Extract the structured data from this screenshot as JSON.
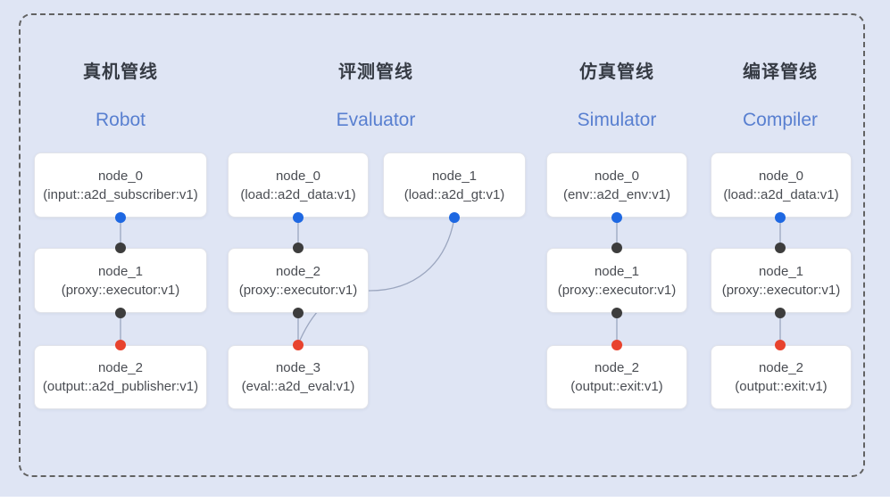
{
  "colors": {
    "background": "#dfe5f4",
    "frame_dash": "#626262",
    "node_bg": "#ffffff",
    "node_border": "#e1e3ea",
    "edge": "#9ba6bf",
    "title_text": "#363b44",
    "subtitle_text": "#587fd0",
    "node_text": "#4a4d53",
    "port_output_blue": "#1e68e2",
    "port_input_black": "#3d3d3d",
    "port_terminal_red": "#e8432e"
  },
  "pipelines": [
    {
      "title_zh": "真机管线",
      "title_en": "Robot"
    },
    {
      "title_zh": "评测管线",
      "title_en": "Evaluator"
    },
    {
      "title_zh": "仿真管线",
      "title_en": "Simulator"
    },
    {
      "title_zh": "编译管线",
      "title_en": "Compiler"
    }
  ],
  "nodes": {
    "robot": [
      {
        "name": "node_0",
        "type": "(input::a2d_subscriber:v1)"
      },
      {
        "name": "node_1",
        "type": "(proxy::executor:v1)"
      },
      {
        "name": "node_2",
        "type": "(output::a2d_publisher:v1)"
      }
    ],
    "evaluator_main": [
      {
        "name": "node_0",
        "type": "(load::a2d_data:v1)"
      },
      {
        "name": "node_2",
        "type": "(proxy::executor:v1)"
      },
      {
        "name": "node_3",
        "type": "(eval::a2d_eval:v1)"
      }
    ],
    "evaluator_side": [
      {
        "name": "node_1",
        "type": "(load::a2d_gt:v1)"
      }
    ],
    "simulator": [
      {
        "name": "node_0",
        "type": "(env::a2d_env:v1)"
      },
      {
        "name": "node_1",
        "type": "(proxy::executor:v1)"
      },
      {
        "name": "node_2",
        "type": "(output::exit:v1)"
      }
    ],
    "compiler": [
      {
        "name": "node_0",
        "type": "(load::a2d_data:v1)"
      },
      {
        "name": "node_1",
        "type": "(proxy::executor:v1)"
      },
      {
        "name": "node_2",
        "type": "(output::exit:v1)"
      }
    ]
  },
  "edges": [
    {
      "from": "robot.node_0",
      "to": "robot.node_1"
    },
    {
      "from": "robot.node_1",
      "to": "robot.node_2"
    },
    {
      "from": "evaluator.node_0",
      "to": "evaluator.node_2"
    },
    {
      "from": "evaluator.node_1",
      "to": "evaluator.node_3"
    },
    {
      "from": "evaluator.node_2",
      "to": "evaluator.node_3"
    },
    {
      "from": "simulator.node_0",
      "to": "simulator.node_1"
    },
    {
      "from": "simulator.node_1",
      "to": "simulator.node_2"
    },
    {
      "from": "compiler.node_0",
      "to": "compiler.node_1"
    },
    {
      "from": "compiler.node_1",
      "to": "compiler.node_2"
    }
  ]
}
